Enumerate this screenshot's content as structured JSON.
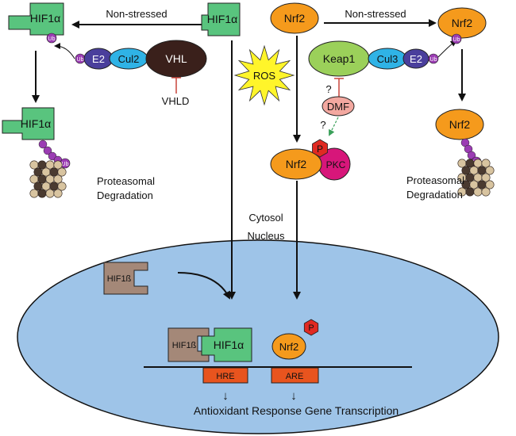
{
  "labels": {
    "hif1a": "HIF1α",
    "nrf2": "Nrf2",
    "non_stressed": "Non-stressed",
    "ub": "Ub",
    "e2": "E2",
    "cul2": "Cul2",
    "vhl": "VHL",
    "vhld": "VHLD",
    "keap1": "Keap1",
    "cul3": "Cul3",
    "ros": "ROS",
    "question": "?",
    "dmf": "DMF",
    "p": "P",
    "pkc": "PKC",
    "proteasomal": "Proteasomal",
    "degradation": "Degradation",
    "cytosol": "Cytosol",
    "nucleus": "Nucleus",
    "hif1b": "HIF1ß",
    "hre": "HRE",
    "are": "ARE",
    "transcription": "Antioxidant Response Gene Transcription",
    "down_arrow": "↓"
  },
  "colors": {
    "hif_green": "#59c47e",
    "nrf_orange": "#f59a1c",
    "ub_purple": "#9b3cb3",
    "e2_indigo": "#4a3f9c",
    "cul_blue": "#2fb3e6",
    "vhl_brown": "#3a201b",
    "keap1_green": "#9bd05a",
    "pkc_magenta": "#d7167a",
    "p_red": "#e02a22",
    "dmf_pink": "#f3a8a0",
    "ros_yellow": "#fff52a",
    "nucleus_blue": "#9ec4e8",
    "hif1b_brown": "#a48878",
    "element_orange": "#e8541e",
    "proteasome_tan": "#d8c4a0",
    "proteasome_dark": "#4a3a30",
    "inhibit_red": "#c8443a"
  }
}
